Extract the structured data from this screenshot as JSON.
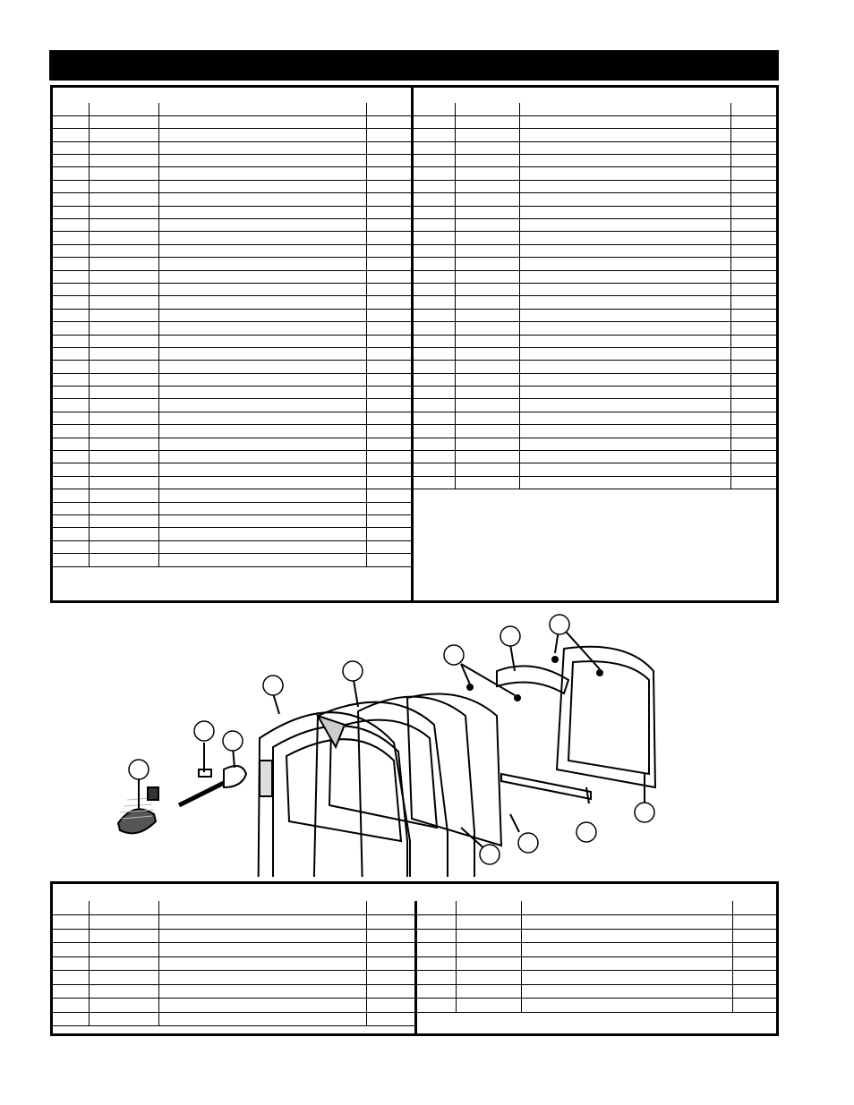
{
  "page": {
    "title": ""
  },
  "upper_parts_table": {
    "left_rows": 36,
    "right_rows": 30
  },
  "lower_parts_table": {
    "left_rows": 9,
    "right_rows": 8
  },
  "diagram": {
    "callouts": [
      "",
      "",
      "",
      "",
      "",
      "",
      "",
      "",
      "",
      "",
      "",
      ""
    ],
    "line_color": "#000000"
  }
}
